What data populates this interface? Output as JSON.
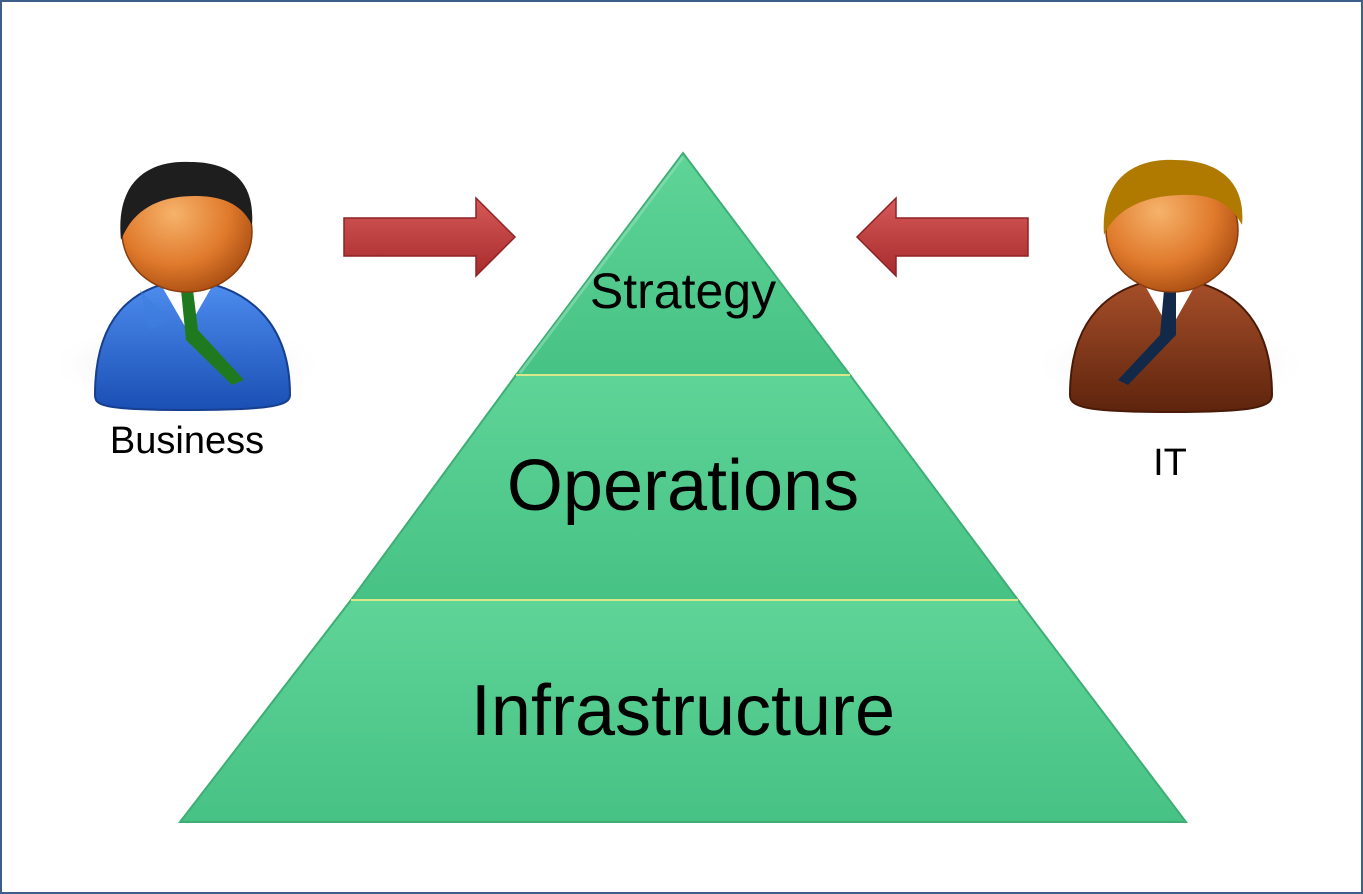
{
  "people": {
    "business": {
      "label": "Business",
      "suit_color": "#2f6ed8",
      "tie_color": "#1f7a1f",
      "hair_color": "#1e1e1e"
    },
    "it": {
      "label": "IT",
      "suit_color": "#8a3a1c",
      "tie_color": "#12294a",
      "hair_color": "#b07a00"
    }
  },
  "arrows": {
    "color": "#c0393b",
    "left_direction": "right",
    "right_direction": "left"
  },
  "pyramid": {
    "color": "#4ec98a",
    "tiers": [
      {
        "label": "Strategy"
      },
      {
        "label": "Operations"
      },
      {
        "label": "Infrastructure"
      }
    ]
  },
  "frame_color": "#3e5f8a"
}
